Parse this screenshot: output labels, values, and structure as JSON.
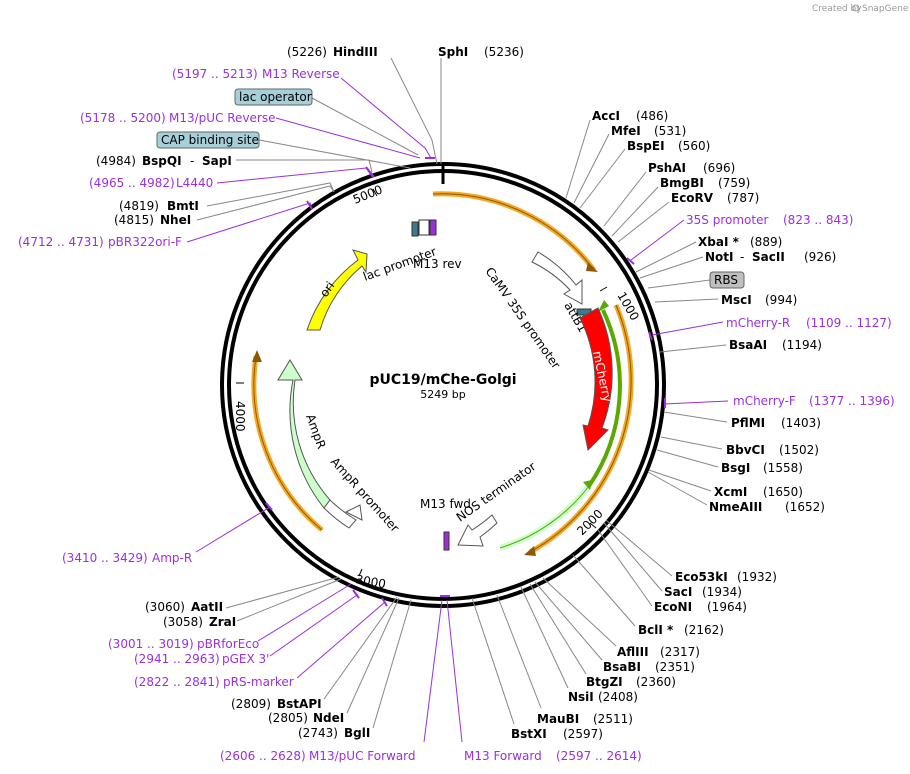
{
  "credit": {
    "prefix": "Created by",
    "brand": "SnapGene"
  },
  "plasmid": {
    "name": "pUC19/mChe-Golgi",
    "size": "5249 bp"
  },
  "ruler": {
    "t1000": "1000",
    "t2000": "2000",
    "t3000": "3000",
    "t4000": "4000",
    "t5000": "5000"
  },
  "features": {
    "ori": "ori",
    "lac_promoter": "lac promoter",
    "m13rev": "M13 rev",
    "camv": "CaMV 35S promoter",
    "attb1": "attB1",
    "mcherry": "mCherry",
    "nos": "NOS terminator",
    "m13fwd": "M13 fwd",
    "ampr": "AmpR",
    "ampr_promoter": "AmpR promoter"
  },
  "boxes": {
    "lac_operator": "lac operator",
    "cap": "CAP binding site",
    "rbs": "RBS"
  },
  "colors": {
    "mcherry": "#ff0000",
    "ori": "#ffff00",
    "ampr": "#ccffcc",
    "orange": "#f5a623",
    "green": "#5aa800",
    "primer": "#9b30d9",
    "box": "#a5cfd9",
    "rbs": "#bfbfbf"
  },
  "sites": {
    "hindiii": {
      "name": "HindIII",
      "pos": "(5226)"
    },
    "sphi": {
      "name": "SphI",
      "pos": "(5236)"
    },
    "acci": {
      "name": "AccI",
      "pos": "(486)"
    },
    "mfei": {
      "name": "MfeI",
      "pos": "(531)"
    },
    "bspei": {
      "name": "BspEI",
      "pos": "(560)"
    },
    "pshai": {
      "name": "PshAI",
      "pos": "(696)"
    },
    "bmgbi": {
      "name": "BmgBI",
      "pos": "(759)"
    },
    "ecorv": {
      "name": "EcoRV",
      "pos": "(787)"
    },
    "xbai": {
      "name": "XbaI *",
      "pos": "(889)"
    },
    "noti": {
      "name": "NotI",
      "name2": "SacII",
      "pos": "(926)"
    },
    "msci": {
      "name": "MscI",
      "pos": "(994)"
    },
    "bsaai": {
      "name": "BsaAI",
      "pos": "(1194)"
    },
    "pflmi": {
      "name": "PflMI",
      "pos": "(1403)"
    },
    "bbvci": {
      "name": "BbvCI",
      "pos": "(1502)"
    },
    "bsgi": {
      "name": "BsgI",
      "pos": "(1558)"
    },
    "xcmi": {
      "name": "XcmI",
      "pos": "(1650)"
    },
    "nmeaiii": {
      "name": "NmeAIII",
      "pos": "(1652)"
    },
    "eco53ki": {
      "name": "Eco53kI",
      "pos": "(1932)"
    },
    "saci": {
      "name": "SacI",
      "pos": "(1934)"
    },
    "econi": {
      "name": "EcoNI",
      "pos": "(1964)"
    },
    "bcli": {
      "name": "BclI *",
      "pos": "(2162)"
    },
    "afliii": {
      "name": "AflIII",
      "pos": "(2317)"
    },
    "bsabi": {
      "name": "BsaBI",
      "pos": "(2351)"
    },
    "btgzi": {
      "name": "BtgZI",
      "pos": "(2360)"
    },
    "nsii": {
      "name": "NsiI",
      "pos": "(2408)"
    },
    "maubi": {
      "name": "MauBI",
      "pos": "(2511)"
    },
    "bstxi": {
      "name": "BstXI",
      "pos": "(2597)"
    },
    "bgli": {
      "name": "BglI",
      "pos": "(2743)"
    },
    "ndei": {
      "name": "NdeI",
      "pos": "(2805)"
    },
    "bstapi": {
      "name": "BstAPI",
      "pos": "(2809)"
    },
    "zrai": {
      "name": "ZraI",
      "pos": "(3058)"
    },
    "aatii": {
      "name": "AatII",
      "pos": "(3060)"
    },
    "nhei": {
      "name": "NheI",
      "pos": "(4815)"
    },
    "bmti": {
      "name": "BmtI",
      "pos": "(4819)"
    },
    "bspqi": {
      "name": "BspQI",
      "name2": "SapI",
      "pos": "(4984)"
    }
  },
  "primers": {
    "m13reverse": {
      "name": "M13 Reverse",
      "pos": "(5197 .. 5213)"
    },
    "m13puc_rev": {
      "name": "M13/pUC Reverse",
      "pos": "(5178 .. 5200)"
    },
    "l4440": {
      "name": "L4440",
      "pos": "(4965 .. 4982)"
    },
    "pbr322ori": {
      "name": "pBR322ori-F",
      "pos": "(4712 .. 4731)"
    },
    "p35s": {
      "name": "35S promoter",
      "pos": "(823 .. 843)"
    },
    "mcherry_r": {
      "name": "mCherry-R",
      "pos": "(1109 .. 1127)"
    },
    "mcherry_f": {
      "name": "mCherry-F",
      "pos": "(1377 .. 1396)"
    },
    "ampr": {
      "name": "Amp-R",
      "pos": "(3410 .. 3429)"
    },
    "pbrforeco": {
      "name": "pBRforEco",
      "pos": "(3001 .. 3019)"
    },
    "pgex3": {
      "name": "pGEX 3'",
      "pos": "(2941 .. 2963)"
    },
    "prs": {
      "name": "pRS-marker",
      "pos": "(2822 .. 2841)"
    },
    "m13puc_fwd": {
      "name": "M13/pUC Forward",
      "pos": "(2606 .. 2628)"
    },
    "m13forward": {
      "name": "M13 Forward",
      "pos": "(2597 .. 2614)"
    }
  }
}
